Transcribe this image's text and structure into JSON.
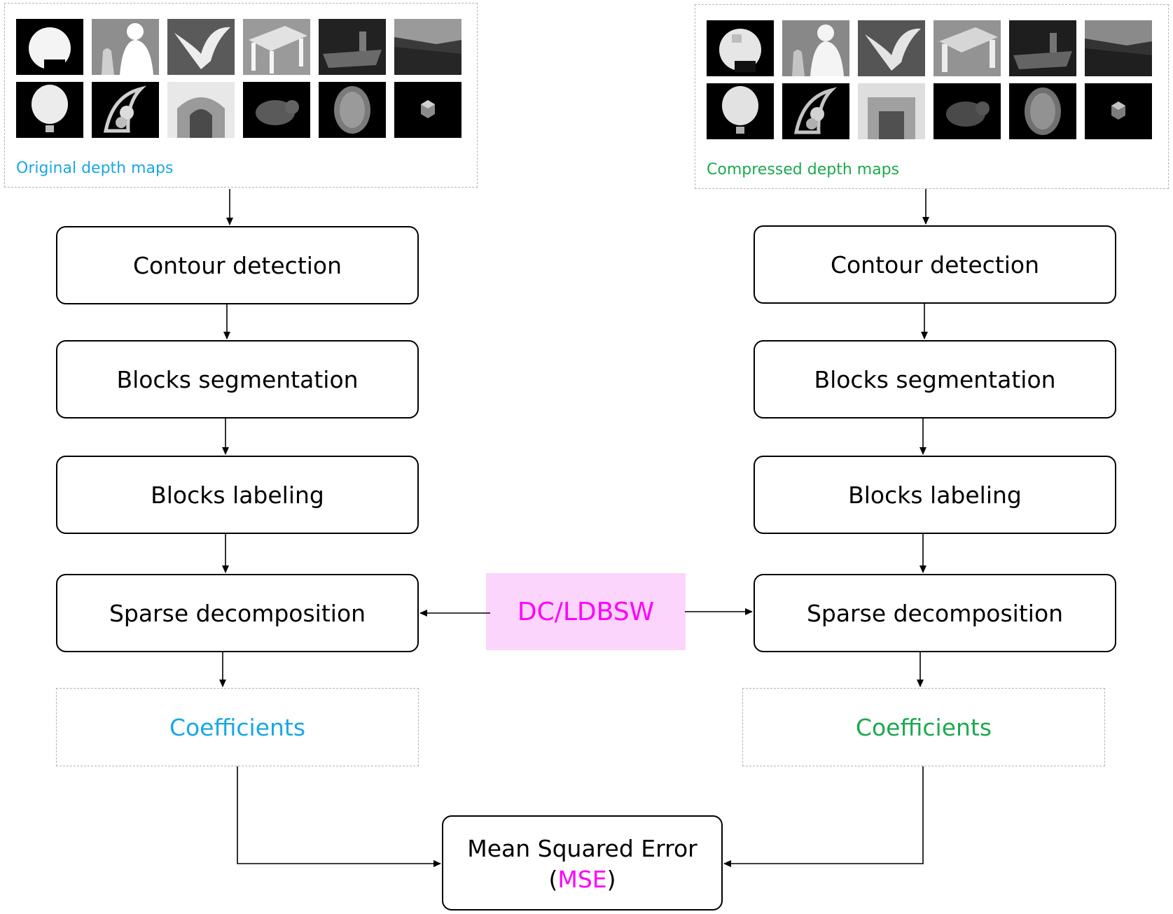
{
  "left": {
    "panel_label": "Original depth maps",
    "steps": [
      "Contour detection",
      "Blocks segmentation",
      "Blocks labeling",
      "Sparse decomposition"
    ],
    "coefficients_label": "Coefficients"
  },
  "right": {
    "panel_label": "Compressed depth maps",
    "steps": [
      "Contour detection",
      "Blocks segmentation",
      "Blocks labeling",
      "Sparse decomposition"
    ],
    "coefficients_label": "Coefficients"
  },
  "center": {
    "dictionary_label": "DC/LDBSW",
    "mse_line1": "Mean Squared Error",
    "mse_open": "(",
    "mse_abbr": "MSE",
    "mse_close": ")"
  },
  "colors": {
    "original": "#1aa7e3",
    "compressed": "#1ea84f",
    "highlight": "#ff00ff",
    "highlight_bg": "#fbd5fb"
  },
  "thumbnails": [
    "helmet",
    "person",
    "eagle",
    "table",
    "boat",
    "outdoor-scene",
    "balloon",
    "ornament",
    "tunnel",
    "teddy-bear",
    "medallion",
    "cube"
  ]
}
